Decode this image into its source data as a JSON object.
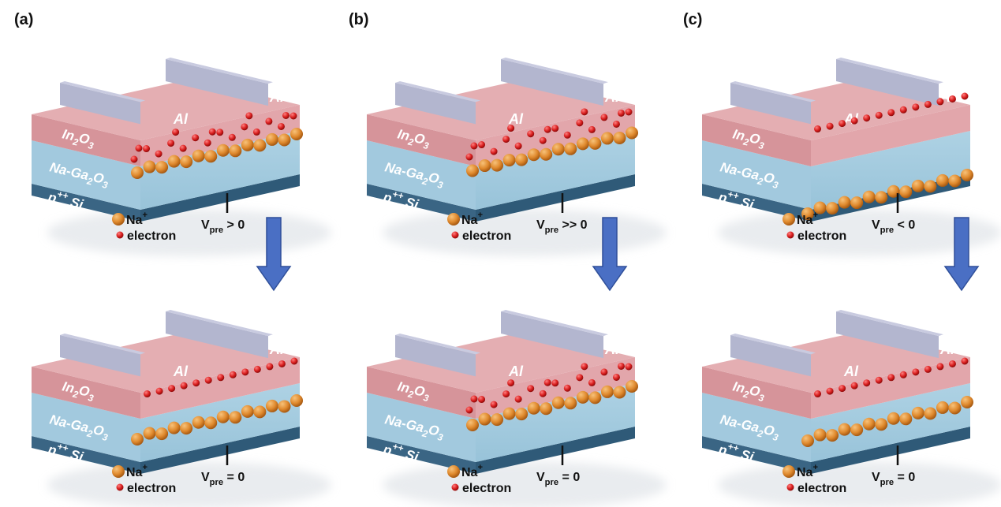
{
  "panels": [
    {
      "label": "(a)",
      "before": {
        "voltage": "> 0"
      },
      "after": {
        "voltage": "= 0"
      }
    },
    {
      "label": "(b)",
      "before": {
        "voltage": ">> 0"
      },
      "after": {
        "voltage": "= 0"
      }
    },
    {
      "label": "(c)",
      "before": {
        "voltage": "< 0"
      },
      "after": {
        "voltage": "= 0"
      }
    }
  ],
  "layers": {
    "electrode": "Al",
    "channel_main": "In",
    "channel_sub": "2",
    "channel_tail": "O",
    "channel_sub2": "3",
    "dielectric_main": "Na-Ga",
    "dielectric_sub": "2",
    "dielectric_tail": "O",
    "dielectric_sub2": "3",
    "substrate_main": "p",
    "substrate_sup": "++",
    "substrate_tail": " Si"
  },
  "legend": {
    "ion_main": "Na",
    "ion_sup": "+",
    "electron": "electron"
  },
  "voltage_main": "V",
  "voltage_sub": "pre",
  "colors": {
    "electrode": "#a9adc8",
    "channel": "#dc9fa4",
    "dielectric": "#a9cde0",
    "substrate": "#3f6f8e",
    "ion": "#e08a2e",
    "electron": "#d91f1f",
    "arrow": "#4a6fc4"
  }
}
